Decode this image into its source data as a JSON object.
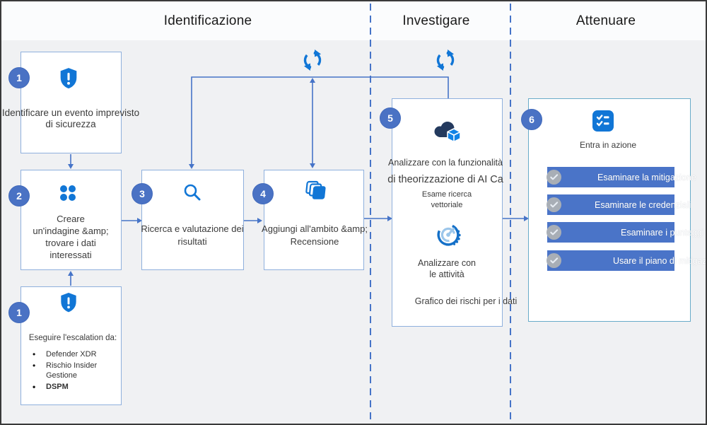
{
  "phases": [
    {
      "label": "Identificazione"
    },
    {
      "label": "Investigare"
    },
    {
      "label": "Attenuare"
    }
  ],
  "steps": {
    "identify": {
      "number": "1",
      "icon": "shield-exclamation",
      "lines": [
        "Identificare un evento imprevisto",
        "di sicurezza"
      ]
    },
    "create": {
      "number": "2",
      "icon": "grid-dots",
      "lines": [
        "Creare",
        "un'indagine &amp;",
        "trovare i dati",
        "interessati"
      ]
    },
    "search": {
      "number": "3",
      "icon": "magnifier",
      "lines": [
        "Ricerca e valutazione dei",
        "risultati"
      ]
    },
    "scope": {
      "number": "4",
      "icon": "layers-stack",
      "lines": [
        "Aggiungi all'ambito &amp;",
        "Recensione"
      ]
    },
    "analyze": {
      "number": "5",
      "icon": "cloud-cube",
      "line1": "Analizzare con la funzionalità",
      "line2": "di theorizzazione di AI Ca",
      "sublines": [
        "Esame ricerca",
        "vettoriale"
      ],
      "icon2": "risk-graph",
      "midlines": [
        "Analizzare con",
        "le attività"
      ],
      "bottom_line": "Grafico dei rischi per i dati"
    },
    "act": {
      "number": "6",
      "icon": "checklist",
      "title": "Entra in azione",
      "actions": [
        "Esaminare la mitigazione",
        "Esaminare le credenziali",
        "Esaminare i punteggi di rischio",
        "Usare il piano di mitigazione"
      ]
    },
    "escalate": {
      "number": "1",
      "icon": "shield-exclamation",
      "title": "Eseguire l'escalation da:",
      "bullets": [
        {
          "text": "Defender XDR",
          "bold": false
        },
        {
          "text": "Rischio Insider Gestione",
          "bold": false
        },
        {
          "text": "DSPM",
          "bold": true
        }
      ]
    }
  },
  "colors": {
    "icon_blue": "#1176d6",
    "badge_blue": "#4a72c4",
    "connector_blue": "#4674c8",
    "bar_blue": "#4a74c8",
    "cloud_navy": "#243a5e",
    "box_border": "#8fb0dd",
    "act_box_border": "#69abc9",
    "check_gray": "#a8aeb6",
    "background": "#f0f1f3"
  }
}
